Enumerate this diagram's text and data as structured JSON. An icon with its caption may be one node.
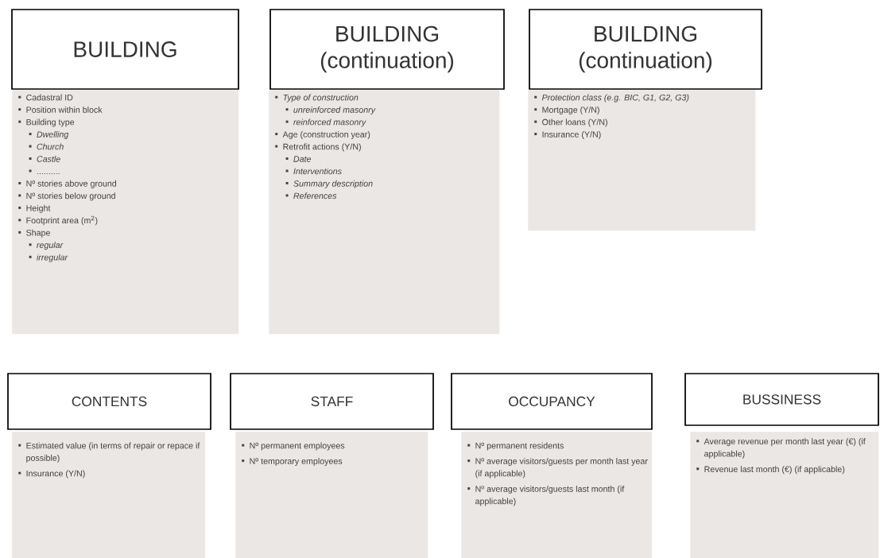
{
  "diagram": {
    "nodes": [
      {
        "text": [
          "BUILDING"
        ]
      },
      {
        "text": [
          "Cadastral ID",
          "Position within block",
          "Building type",
          "Dwelling",
          "Church",
          "Castle",
          "..........",
          "Nº stories above ground",
          "Nº stories below ground",
          "Height",
          "Footprint area (m$^{2}$)",
          "Shape",
          "regular",
          "irregular"
        ]
      },
      {
        "text": [
          "BUILDING (continuation)"
        ]
      },
      {
        "text": [
          "Type of construction",
          "unreinforced masonry",
          "reinforced masonry",
          "Age (construction year)",
          "Retrofit actions (Y/N)",
          "Date",
          "Interventions",
          "Summary description",
          "References"
        ]
      },
      {
        "text": [
          "BUILDING (continuation)"
        ]
      },
      {
        "text": [
          "Protection class (e.g.  BIC, G1, G2, G3)",
          "Mortgage (Y/N)",
          "Other loans (Y/N)",
          "Insurance (Y/N)"
        ]
      },
      {
        "text": [
          "CONTENTS"
        ]
      },
      {
        "text": [
          "Estimated value (in terms of repair or repace if possible)",
          "Insurance (Y/N)"
        ]
      },
      {
        "text": [
          "STAFF"
        ]
      },
      {
        "text": [
          "Nº permanent employees",
          "Nº temporary employees"
        ]
      },
      {
        "text": [
          "OCCUPANCY"
        ]
      },
      {
        "text": [
          "Nº permanent residents",
          "Nº average visitors/guests per month last year (if applicable)",
          "Nº average visitors/guests last  month (if applicable)"
        ]
      },
      {
        "text": [
          "BUSSINESS"
        ]
      },
      {
        "text": [
          "Average revenue per month last year (€) (if applicable)",
          "Revenue last month (€) (if applicable)"
        ]
      }
    ]
  }
}
